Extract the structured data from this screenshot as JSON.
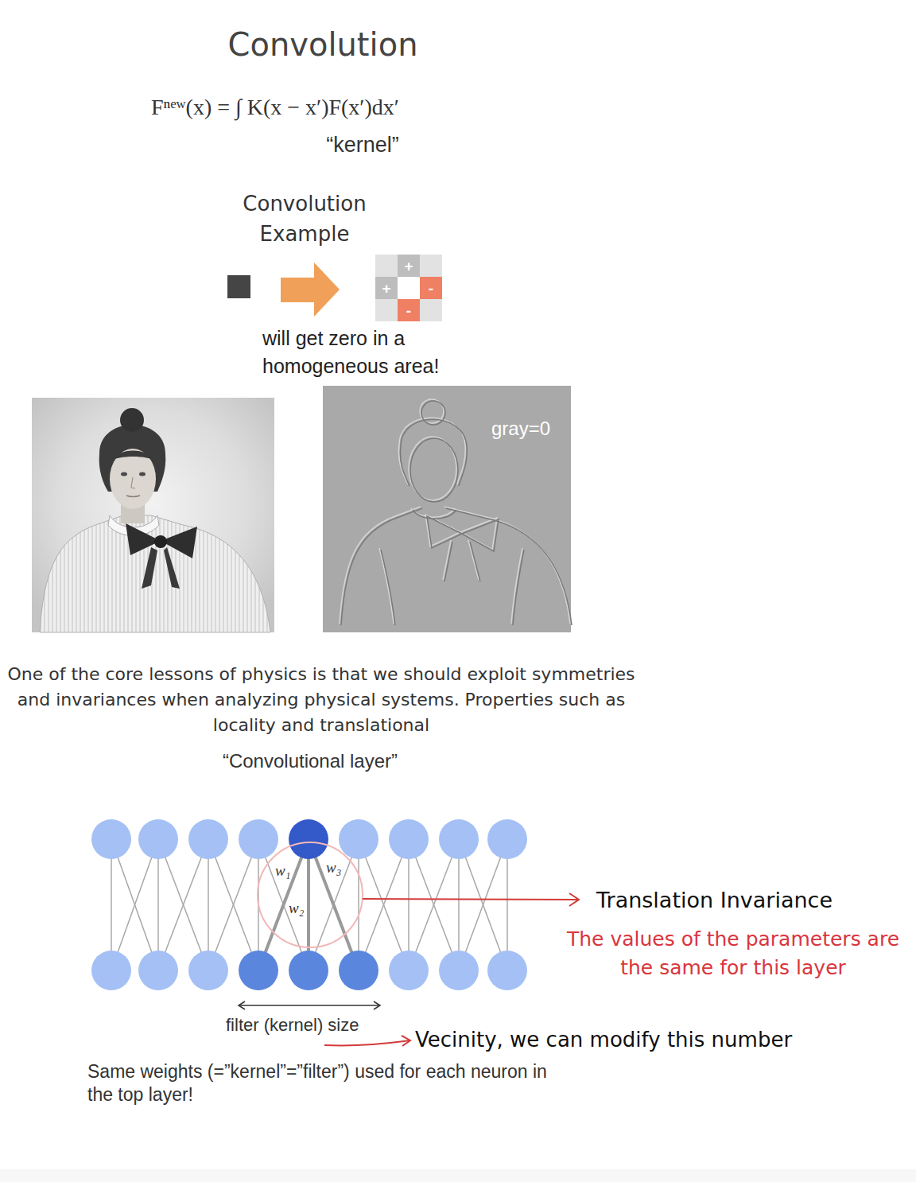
{
  "diagram": {
    "title": "Convolution",
    "nodes": [
      {
        "text": [
          "+"
        ]
      },
      {
        "text": [
          "+"
        ]
      },
      {
        "text": [
          "-"
        ]
      },
      {
        "text": [
          "-"
        ]
      }
    ],
    "labels": [
      "Fⁿᵉʷ(x) = ∫ K(x − x′)F(x′)dx′",
      "“kernel”",
      "Convolution Example",
      "will get zero in a homogeneous area!",
      "gray=0",
      "One of the core lessons of physics is that we should exploit symmetries and invariances when analyzing physical systems. Properties such as locality and translational",
      "“Convolutional layer”",
      "w₁",
      "w₂",
      "w₃",
      "Translation Invariance",
      "The values of the parameters are the same for this layer",
      "filter (kernel) size",
      "Vecinity, we can modify this number",
      "Same weights (=”kernel”=”filter”) used for each neuron in the top layer!"
    ]
  }
}
